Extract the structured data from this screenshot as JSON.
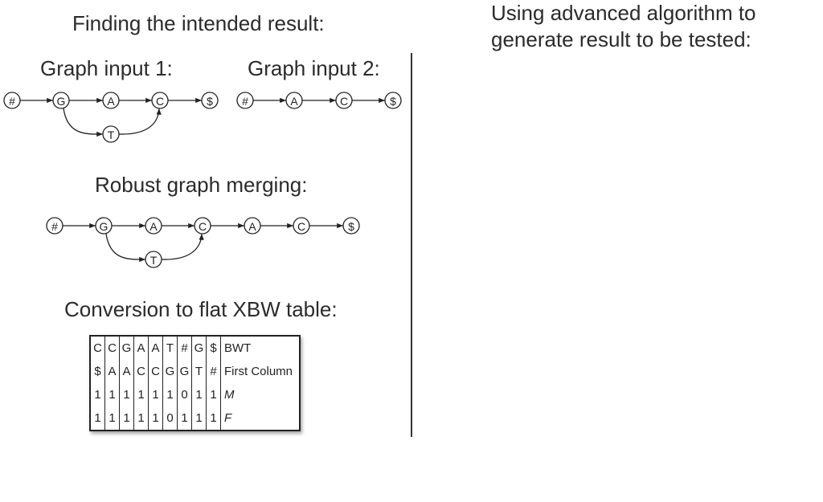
{
  "left_panel": {
    "title": "Finding the intended result:",
    "graph1_title": "Graph input 1:",
    "graph2_title": "Graph input 2:",
    "merge_title": "Robust graph merging:",
    "xbw_title": "Conversion to flat XBW table:"
  },
  "right_panel": {
    "title": "Using advanced algorithm to generate result to be tested:"
  },
  "graph1": {
    "nodes": [
      "#",
      "G",
      "A",
      "C",
      "$",
      "T"
    ],
    "edges": [
      [
        "#",
        "G"
      ],
      [
        "G",
        "A"
      ],
      [
        "A",
        "C"
      ],
      [
        "C",
        "$"
      ],
      [
        "G",
        "T"
      ],
      [
        "T",
        "C"
      ]
    ]
  },
  "graph2": {
    "nodes": [
      "#",
      "A",
      "C",
      "$"
    ],
    "edges": [
      [
        "#",
        "A"
      ],
      [
        "A",
        "C"
      ],
      [
        "C",
        "$"
      ]
    ]
  },
  "merged_graph": {
    "nodes": [
      "#",
      "G",
      "A",
      "C",
      "A",
      "C",
      "$",
      "T"
    ],
    "edges": [
      [
        "#",
        "G"
      ],
      [
        "G",
        "A"
      ],
      [
        "A",
        "C"
      ],
      [
        "C",
        "A"
      ],
      [
        "A",
        "C"
      ],
      [
        "C",
        "$"
      ],
      [
        "G",
        "T"
      ],
      [
        "T",
        "C"
      ]
    ]
  },
  "xbw_table": {
    "rows": [
      {
        "cells": [
          "C",
          "C",
          "G",
          "A",
          "A",
          "T",
          "#",
          "G",
          "$"
        ],
        "label": "BWT"
      },
      {
        "cells": [
          "$",
          "A",
          "A",
          "C",
          "C",
          "G",
          "G",
          "T",
          "#"
        ],
        "label": "First Column"
      },
      {
        "cells": [
          "1",
          "1",
          "1",
          "1",
          "1",
          "1",
          "0",
          "1",
          "1"
        ],
        "label": "M"
      },
      {
        "cells": [
          "1",
          "1",
          "1",
          "1",
          "1",
          "0",
          "1",
          "1",
          "1"
        ],
        "label": "F"
      }
    ]
  }
}
